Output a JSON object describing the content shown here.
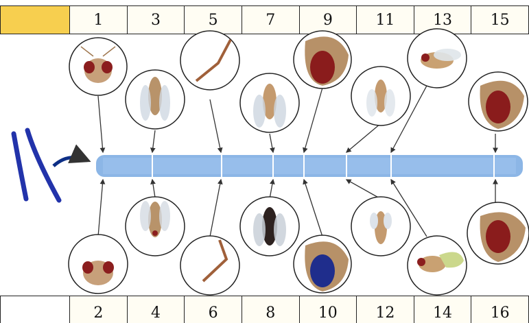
{
  "header_color": "#f7cf4f",
  "chromosome_color": "#8cb6e6",
  "top_numbers": [
    "1",
    "3",
    "5",
    "7",
    "9",
    "11",
    "13",
    "15"
  ],
  "bottom_numbers": [
    "2",
    "4",
    "6",
    "8",
    "10",
    "12",
    "14",
    "16"
  ],
  "top_panels": [
    {
      "subject": "fly-head-red-eyes"
    },
    {
      "subject": "fly-normal-wings"
    },
    {
      "subject": "fly-leg"
    },
    {
      "subject": "fly-normal-body"
    },
    {
      "subject": "fly-eye-red"
    },
    {
      "subject": "fly-normal-body"
    },
    {
      "subject": "fly-side-view"
    },
    {
      "subject": "fly-eye-red"
    }
  ],
  "bottom_panels": [
    {
      "subject": "fly-head-red-eyes-mutant"
    },
    {
      "subject": "fly-wings-mutant"
    },
    {
      "subject": "fly-leg-mutant"
    },
    {
      "subject": "fly-dark-body-mutant"
    },
    {
      "subject": "fly-eye-blue-mutant"
    },
    {
      "subject": "fly-small-wings-mutant"
    },
    {
      "subject": "fly-curled-wings-mutant"
    },
    {
      "subject": "fly-eye-red"
    }
  ],
  "icons": [
    "chromosome-pair-icon",
    "curved-arrow-icon"
  ]
}
